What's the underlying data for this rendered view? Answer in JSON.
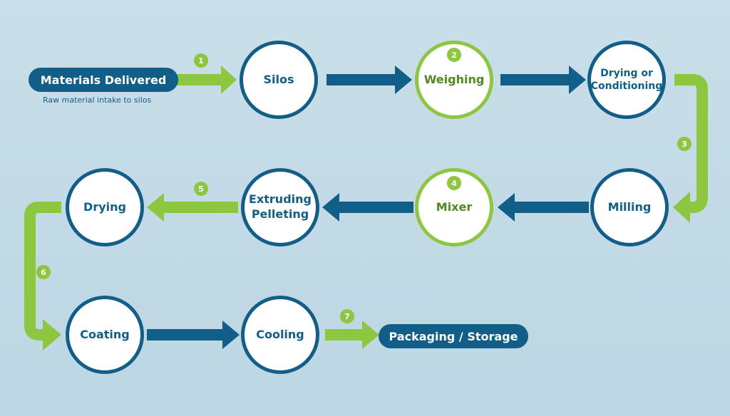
{
  "colors": {
    "navy": "#115f88",
    "green": "#8dc63f",
    "background": "#c5dce7"
  },
  "start": {
    "label": "Materials Delivered",
    "subtitle": "Raw material intake to silos"
  },
  "end": {
    "label": "Packaging / Storage"
  },
  "nodes": {
    "silos": "Silos",
    "weighing": "Weighing",
    "drying_conditioning": "Drying or\nConditioning",
    "milling": "Milling",
    "mixer": "Mixer",
    "extruding_pelleting": "Extruding\nPelleting",
    "drying": "Drying",
    "coating": "Coating",
    "cooling": "Cooling"
  },
  "steps": [
    "1",
    "2",
    "3",
    "4",
    "5",
    "6",
    "7"
  ]
}
